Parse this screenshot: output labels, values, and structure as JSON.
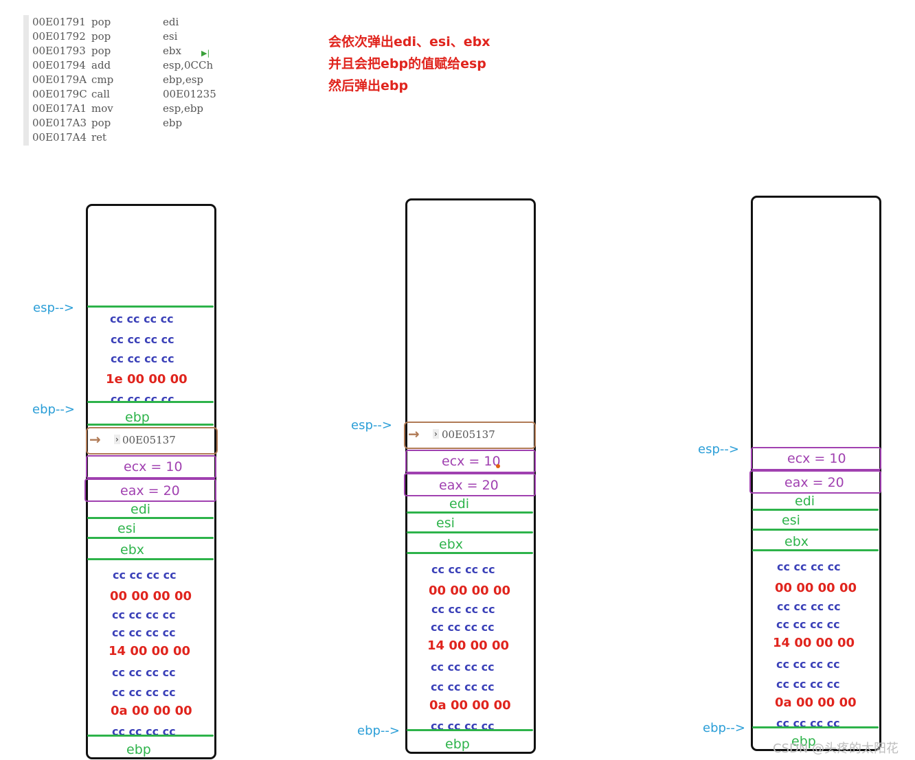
{
  "disassembly": [
    {
      "addr": "00E01791",
      "op": "pop",
      "arg": "edi"
    },
    {
      "addr": "00E01792",
      "op": "pop",
      "arg": "esi"
    },
    {
      "addr": "00E01793",
      "op": "pop",
      "arg": "ebx"
    },
    {
      "addr": "00E01794",
      "op": "add",
      "arg": "esp,0CCh"
    },
    {
      "addr": "00E0179A",
      "op": "cmp",
      "arg": "ebp,esp"
    },
    {
      "addr": "00E0179C",
      "op": "call",
      "arg": "00E01235"
    },
    {
      "addr": "00E017A1",
      "op": "mov",
      "arg": "esp,ebp"
    },
    {
      "addr": "00E017A3",
      "op": "pop",
      "arg": "ebp"
    },
    {
      "addr": "00E017A4",
      "op": "ret",
      "arg": ""
    }
  ],
  "notes": [
    "会依次弹出edi、esi、ebx",
    "并且会把ebp的值赋给esp",
    "然后弹出ebp"
  ],
  "labels": {
    "esp": "esp-->",
    "ebp": "ebp-->"
  },
  "regs": {
    "ebp": "ebp",
    "edi": "edi",
    "esi": "esi",
    "ebx": "ebx"
  },
  "ret_addr": "00E05137",
  "params": {
    "ecx": "ecx = 10",
    "eax": "eax  =  20"
  },
  "cells": {
    "cc": "cc cc cc cc",
    "v1e": "1e 00 00 00",
    "v00": "00 00 00 00",
    "v14": "14 00 00 00",
    "v0a": "0a 00 00 00"
  },
  "watermark": "CSDN @头疼的太阳花",
  "colors": {
    "green": "#2db34a",
    "red": "#e0241d",
    "blue": "#3a40b8",
    "purple": "#a040b0",
    "cyan": "#2b9ed7",
    "brown": "#b07a55"
  }
}
